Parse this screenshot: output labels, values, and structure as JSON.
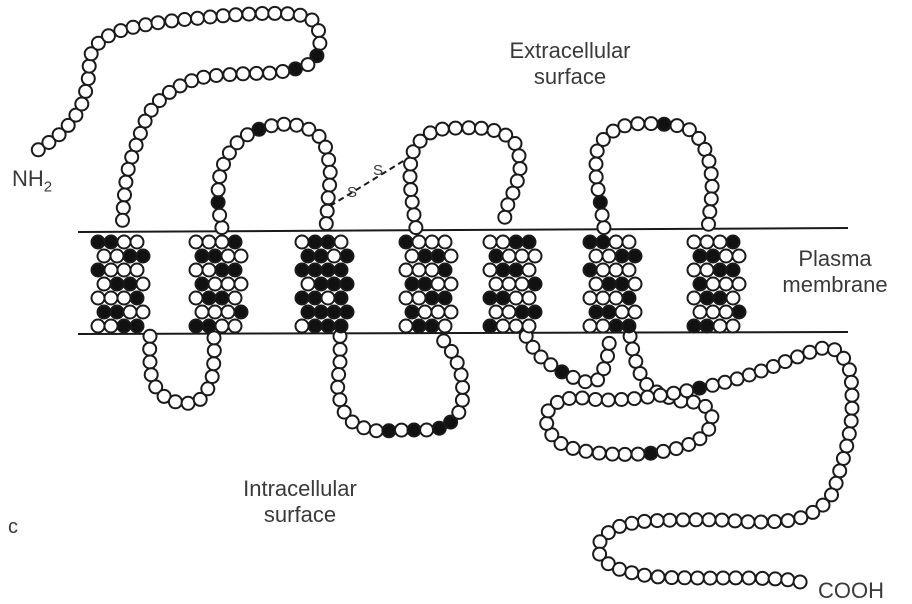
{
  "labels": {
    "extracellular_line1": "Extracellular",
    "extracellular_line2": "surface",
    "nh2_main": "NH",
    "nh2_sub": "2",
    "ss_s1": "S",
    "ss_s2": "S",
    "plasma_line1": "Plasma",
    "plasma_line2": "membrane",
    "intracellular_line1": "Intracellular",
    "intracellular_line2": "surface",
    "panel_letter": "c",
    "cooh": "COOH"
  },
  "diagram": {
    "transmembrane_helices": 7,
    "colors": {
      "bead_fill": "#ffffff",
      "bead_dark": "#111111",
      "stroke": "#1a1a1a",
      "text": "#3a3a3a"
    }
  }
}
